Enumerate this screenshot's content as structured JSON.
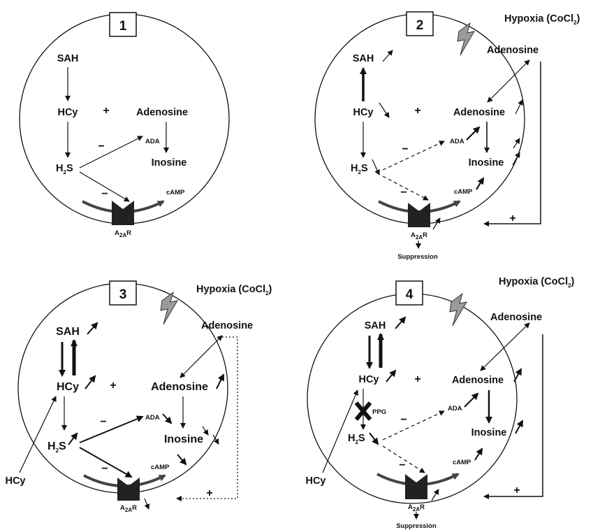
{
  "panels": [
    {
      "number": "1"
    },
    {
      "number": "2",
      "hypoxia": "Hypoxia (CoCl",
      "hypoxia_sub": "2",
      "hypoxia_close": ")",
      "adenosine_ext": "Adenosine",
      "suppression": "Suppression"
    },
    {
      "number": "3",
      "hypoxia": "Hypoxia (CoCl",
      "hypoxia_sub": "2",
      "hypoxia_close": ")",
      "adenosine_ext": "Adenosine",
      "hcy_ext": "HCy"
    },
    {
      "number": "4",
      "hypoxia": "Hypoxia (CoCl",
      "hypoxia_sub": "2",
      "hypoxia_close": ")",
      "adenosine_ext": "Adenosine",
      "hcy_ext": "HCy",
      "ppg": "PPG",
      "suppression": "Suppression"
    }
  ],
  "labels": {
    "sah": "SAH",
    "hcy": "HCy",
    "h2s_main": "H",
    "h2s_sub": "2",
    "h2s_end": "S",
    "adenosine": "Adenosine",
    "inosine": "Inosine",
    "ada": "ADA",
    "camp": "cAMP",
    "receptor_a": "A",
    "receptor_sub": "2A",
    "receptor_r": "R",
    "plus": "+",
    "minus": "−"
  }
}
